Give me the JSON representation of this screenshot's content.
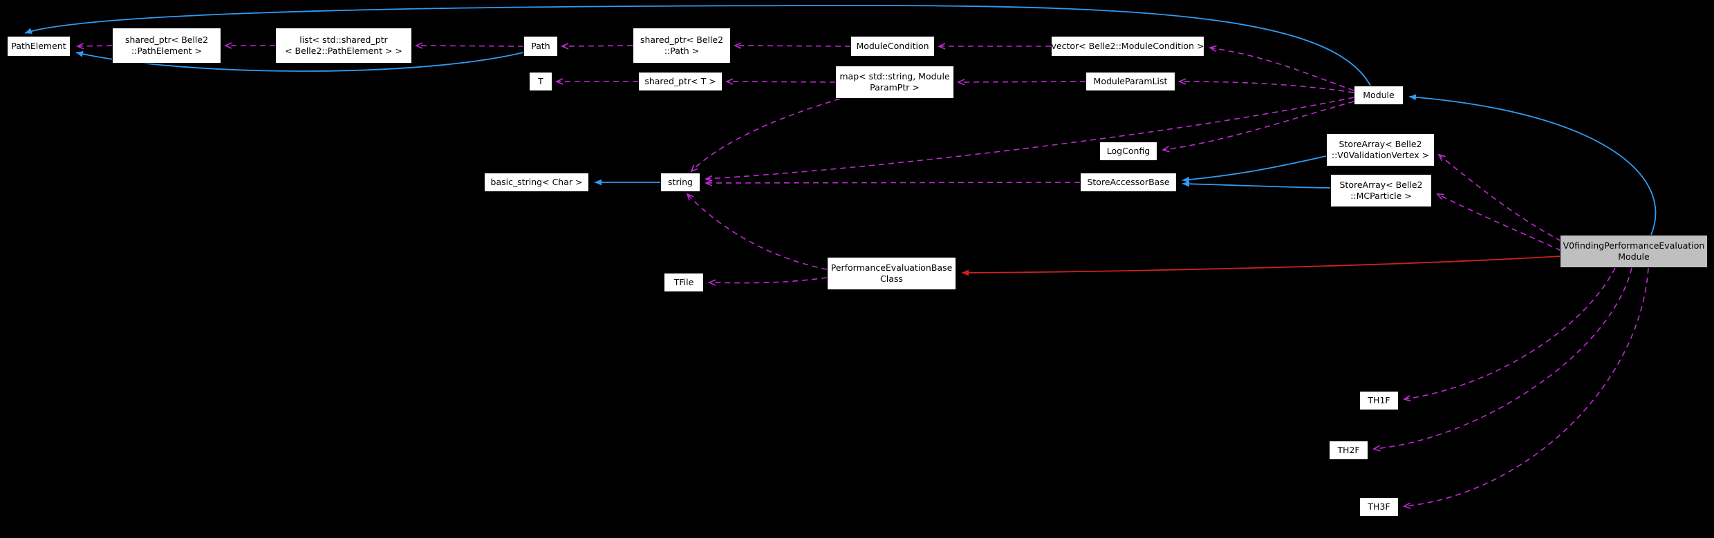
{
  "diagram": {
    "type": "doxygen-collaboration-graph",
    "highlight_node": "V0findingPerformanceEvaluationModule"
  },
  "colors": {
    "background": "#000000",
    "node_bg": "#ffffff",
    "node_border": "#000000",
    "node_text": "#000000",
    "node_highlight_bg": "#bfbfbf",
    "edge_usage": "#c02bd5",
    "edge_inheritance": "#2f9cf4",
    "edge_private": "#cf2121"
  },
  "nodes": [
    {
      "id": "PathElement",
      "lines": [
        "PathElement"
      ]
    },
    {
      "id": "shared_ptr<Belle2::PathElement>",
      "lines": [
        "shared_ptr< Belle2",
        "::PathElement >"
      ]
    },
    {
      "id": "list<std::shared_ptr<Belle2::PathElement>>",
      "lines": [
        "list< std::shared_ptr",
        "< Belle2::PathElement > >"
      ]
    },
    {
      "id": "Path",
      "lines": [
        "Path"
      ]
    },
    {
      "id": "shared_ptr<Belle2::Path>",
      "lines": [
        "shared_ptr< Belle2",
        "::Path >"
      ]
    },
    {
      "id": "ModuleCondition",
      "lines": [
        "ModuleCondition"
      ]
    },
    {
      "id": "vector<Belle2::ModuleCondition>",
      "lines": [
        "vector< Belle2::ModuleCondition >"
      ]
    },
    {
      "id": "T",
      "lines": [
        "T"
      ]
    },
    {
      "id": "shared_ptr<T>",
      "lines": [
        "shared_ptr< T >"
      ]
    },
    {
      "id": "map<std::string,ModuleParamPtr>",
      "lines": [
        "map< std::string, Module",
        "ParamPtr >"
      ]
    },
    {
      "id": "ModuleParamList",
      "lines": [
        "ModuleParamList"
      ]
    },
    {
      "id": "Module",
      "lines": [
        "Module"
      ]
    },
    {
      "id": "LogConfig",
      "lines": [
        "LogConfig"
      ]
    },
    {
      "id": "StoreArray<Belle2::V0ValidationVertex>",
      "lines": [
        "StoreArray< Belle2",
        "::V0ValidationVertex >"
      ]
    },
    {
      "id": "basic_string<Char>",
      "lines": [
        "basic_string< Char >"
      ]
    },
    {
      "id": "string",
      "lines": [
        "string"
      ]
    },
    {
      "id": "StoreAccessorBase",
      "lines": [
        "StoreAccessorBase"
      ]
    },
    {
      "id": "StoreArray<Belle2::MCParticle>",
      "lines": [
        "StoreArray< Belle2",
        "::MCParticle >"
      ]
    },
    {
      "id": "V0findingPerformanceEvaluationModule",
      "lines": [
        "V0findingPerformanceEvaluation",
        "Module"
      ]
    },
    {
      "id": "PerformanceEvaluationBaseClass",
      "lines": [
        "PerformanceEvaluationBase",
        "Class"
      ]
    },
    {
      "id": "TFile",
      "lines": [
        "TFile"
      ]
    },
    {
      "id": "TH1F",
      "lines": [
        "TH1F"
      ]
    },
    {
      "id": "TH2F",
      "lines": [
        "TH2F"
      ]
    },
    {
      "id": "TH3F",
      "lines": [
        "TH3F"
      ]
    }
  ],
  "edges": [
    {
      "from": "shared_ptr<Belle2::PathElement>",
      "to": "PathElement",
      "type": "usage"
    },
    {
      "from": "list<std::shared_ptr<Belle2::PathElement>>",
      "to": "shared_ptr<Belle2::PathElement>",
      "type": "usage"
    },
    {
      "from": "Path",
      "to": "list<std::shared_ptr<Belle2::PathElement>>",
      "type": "usage"
    },
    {
      "from": "shared_ptr<Belle2::Path>",
      "to": "Path",
      "type": "usage"
    },
    {
      "from": "ModuleCondition",
      "to": "shared_ptr<Belle2::Path>",
      "type": "usage"
    },
    {
      "from": "vector<Belle2::ModuleCondition>",
      "to": "ModuleCondition",
      "type": "usage"
    },
    {
      "from": "Module",
      "to": "vector<Belle2::ModuleCondition>",
      "type": "usage"
    },
    {
      "from": "shared_ptr<T>",
      "to": "T",
      "type": "usage"
    },
    {
      "from": "map<std::string,ModuleParamPtr>",
      "to": "shared_ptr<T>",
      "type": "usage"
    },
    {
      "from": "ModuleParamList",
      "to": "map<std::string,ModuleParamPtr>",
      "type": "usage"
    },
    {
      "from": "Module",
      "to": "ModuleParamList",
      "type": "usage"
    },
    {
      "from": "map<std::string,ModuleParamPtr>",
      "to": "string",
      "type": "usage"
    },
    {
      "from": "Module",
      "to": "string",
      "type": "usage"
    },
    {
      "from": "StoreAccessorBase",
      "to": "string",
      "type": "usage"
    },
    {
      "from": "PerformanceEvaluationBaseClass",
      "to": "string",
      "type": "usage"
    },
    {
      "from": "PerformanceEvaluationBaseClass",
      "to": "TFile",
      "type": "usage"
    },
    {
      "from": "Module",
      "to": "LogConfig",
      "type": "usage"
    },
    {
      "from": "V0findingPerformanceEvaluationModule",
      "to": "StoreArray<Belle2::V0ValidationVertex>",
      "type": "usage"
    },
    {
      "from": "V0findingPerformanceEvaluationModule",
      "to": "StoreArray<Belle2::MCParticle>",
      "type": "usage"
    },
    {
      "from": "V0findingPerformanceEvaluationModule",
      "to": "TH1F",
      "type": "usage"
    },
    {
      "from": "V0findingPerformanceEvaluationModule",
      "to": "TH2F",
      "type": "usage"
    },
    {
      "from": "V0findingPerformanceEvaluationModule",
      "to": "TH3F",
      "type": "usage"
    },
    {
      "from": "string",
      "to": "basic_string<Char>",
      "type": "inheritance"
    },
    {
      "from": "StoreArray<Belle2::V0ValidationVertex>",
      "to": "StoreAccessorBase",
      "type": "inheritance"
    },
    {
      "from": "StoreArray<Belle2::MCParticle>",
      "to": "StoreAccessorBase",
      "type": "inheritance"
    },
    {
      "from": "V0findingPerformanceEvaluationModule",
      "to": "Module",
      "type": "inheritance"
    },
    {
      "from": "Module",
      "to": "PathElement",
      "type": "inheritance"
    },
    {
      "from": "Path",
      "to": "PathElement",
      "type": "inheritance"
    },
    {
      "from": "V0findingPerformanceEvaluationModule",
      "to": "PerformanceEvaluationBaseClass",
      "type": "private-inheritance"
    }
  ]
}
